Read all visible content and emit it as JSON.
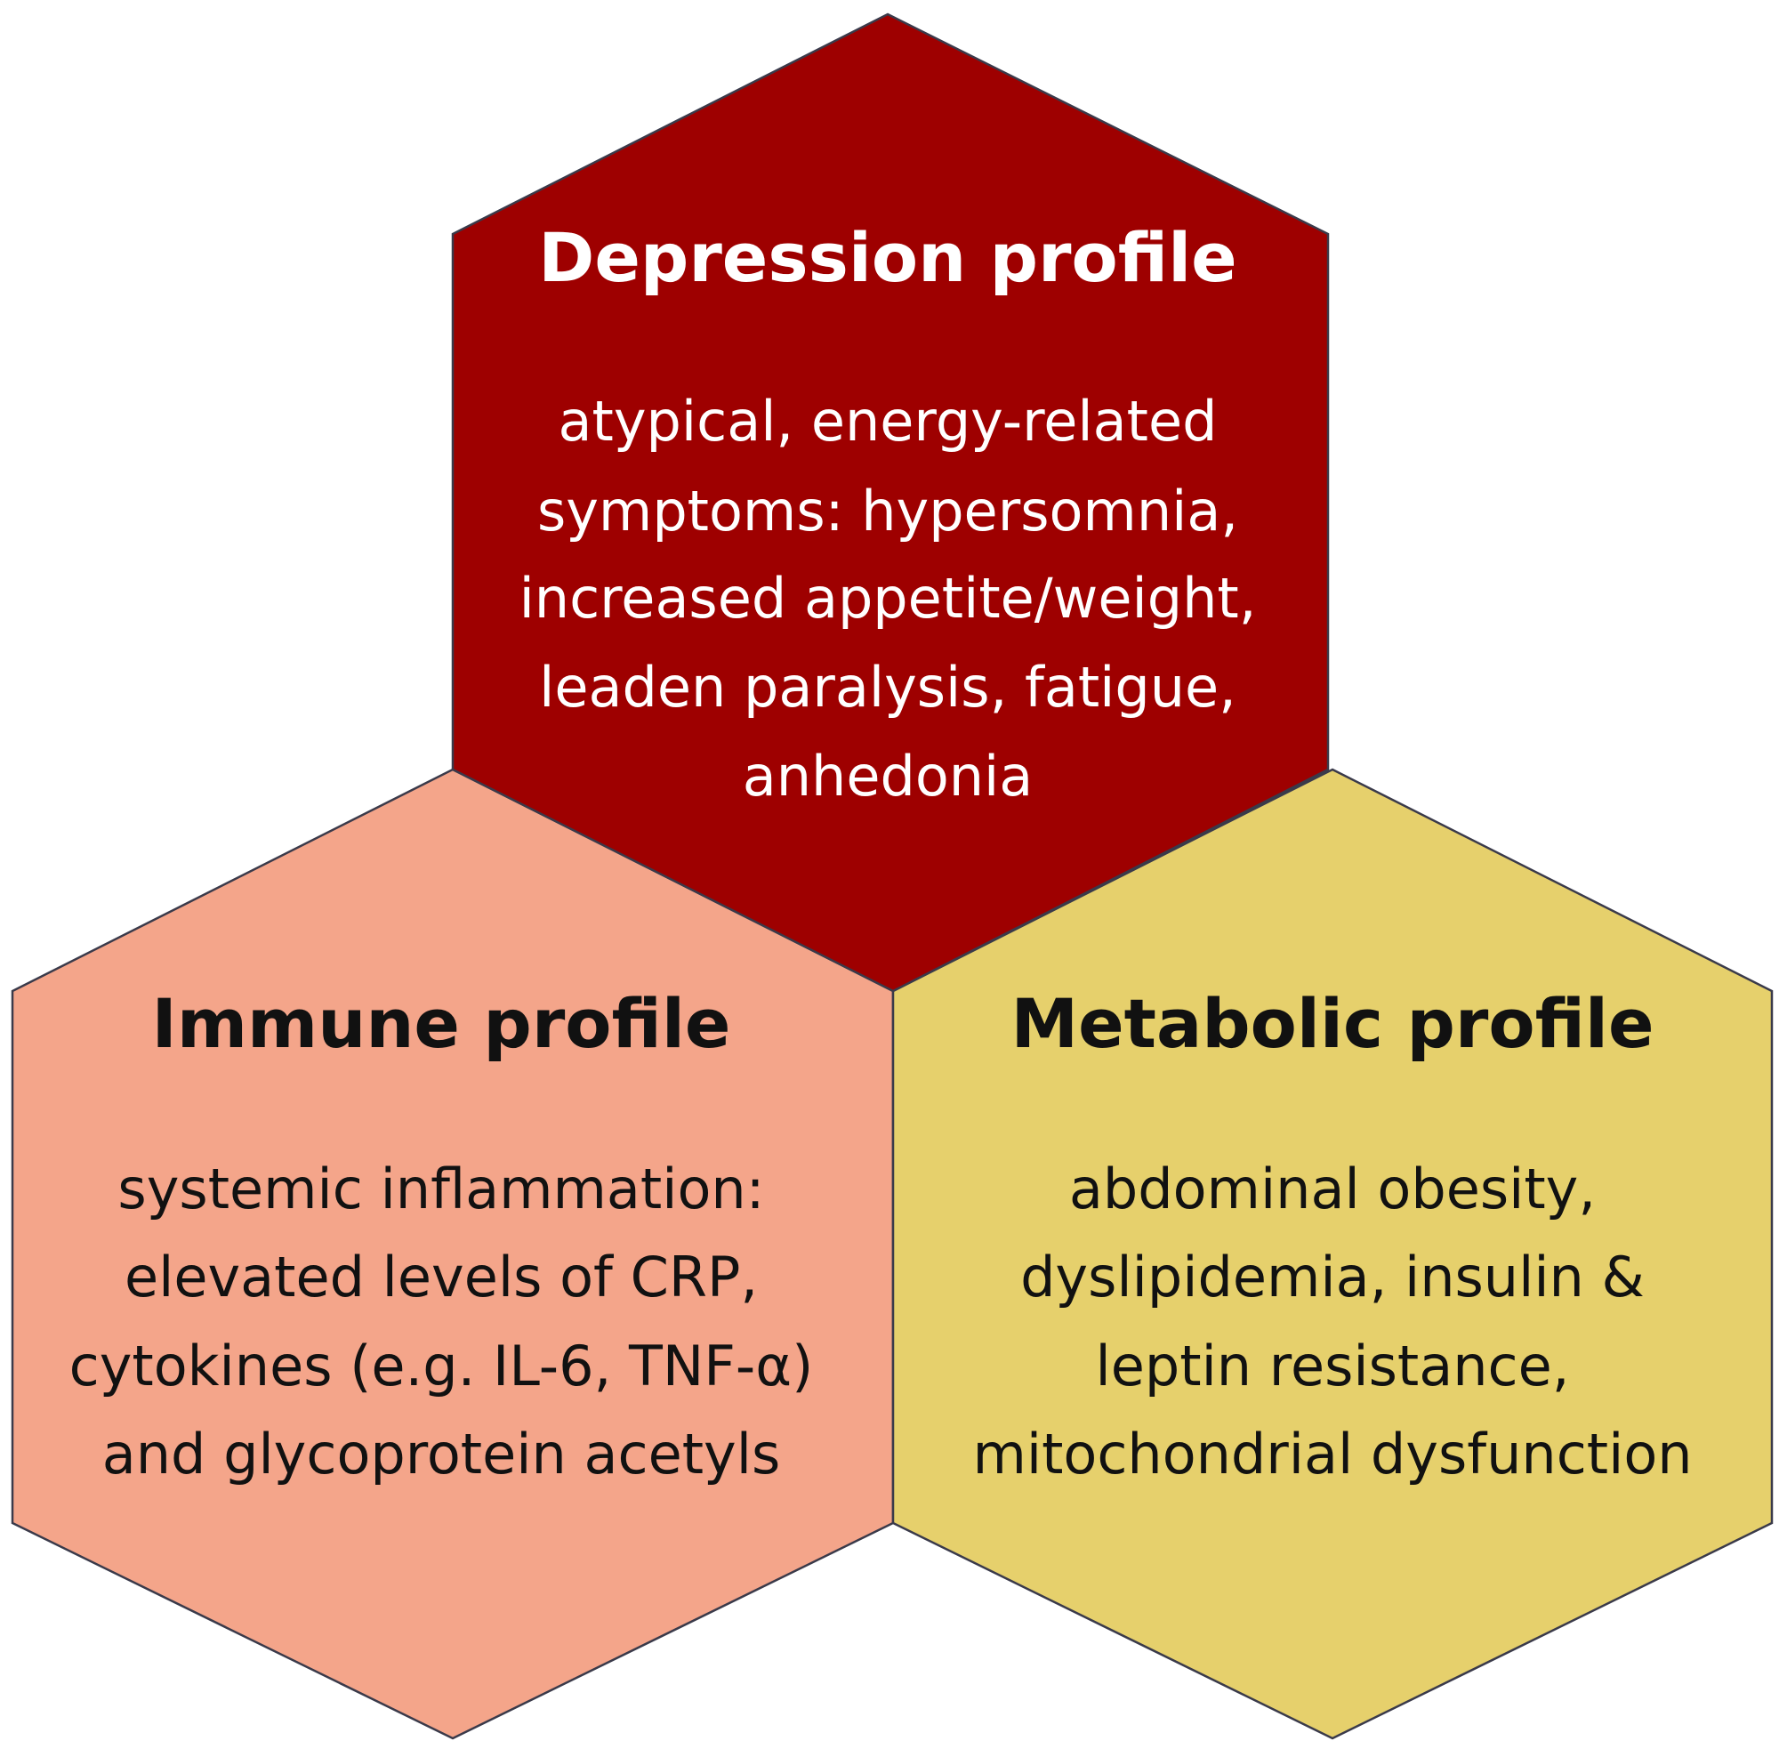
{
  "colors": {
    "depression_fill": "#9E0000",
    "immune_fill": "#F4A58A",
    "metabolic_fill": "#E6D06C",
    "outline": "#3A3A4A",
    "depression_text": "#FFFFFF",
    "immune_text": "#111111",
    "metabolic_text": "#111111"
  },
  "hexagons": {
    "depression": {
      "title": "Depression profile",
      "lines": [
        "atypical, energy-related",
        "symptoms: hypersomnia,",
        "increased appetite/weight,",
        "leaden paralysis, fatigue,",
        "anhedonia"
      ]
    },
    "immune": {
      "title": "Immune profile",
      "lines": [
        "systemic inflammation:",
        "elevated levels of CRP,",
        "cytokines (e.g. IL-6, TNF-α)",
        "and glycoprotein acetyls"
      ]
    },
    "metabolic": {
      "title": "Metabolic profile",
      "lines": [
        "abdominal obesity,",
        "dyslipidemia, insulin &",
        "leptin resistance,",
        "mitochondrial dysfunction"
      ]
    }
  }
}
